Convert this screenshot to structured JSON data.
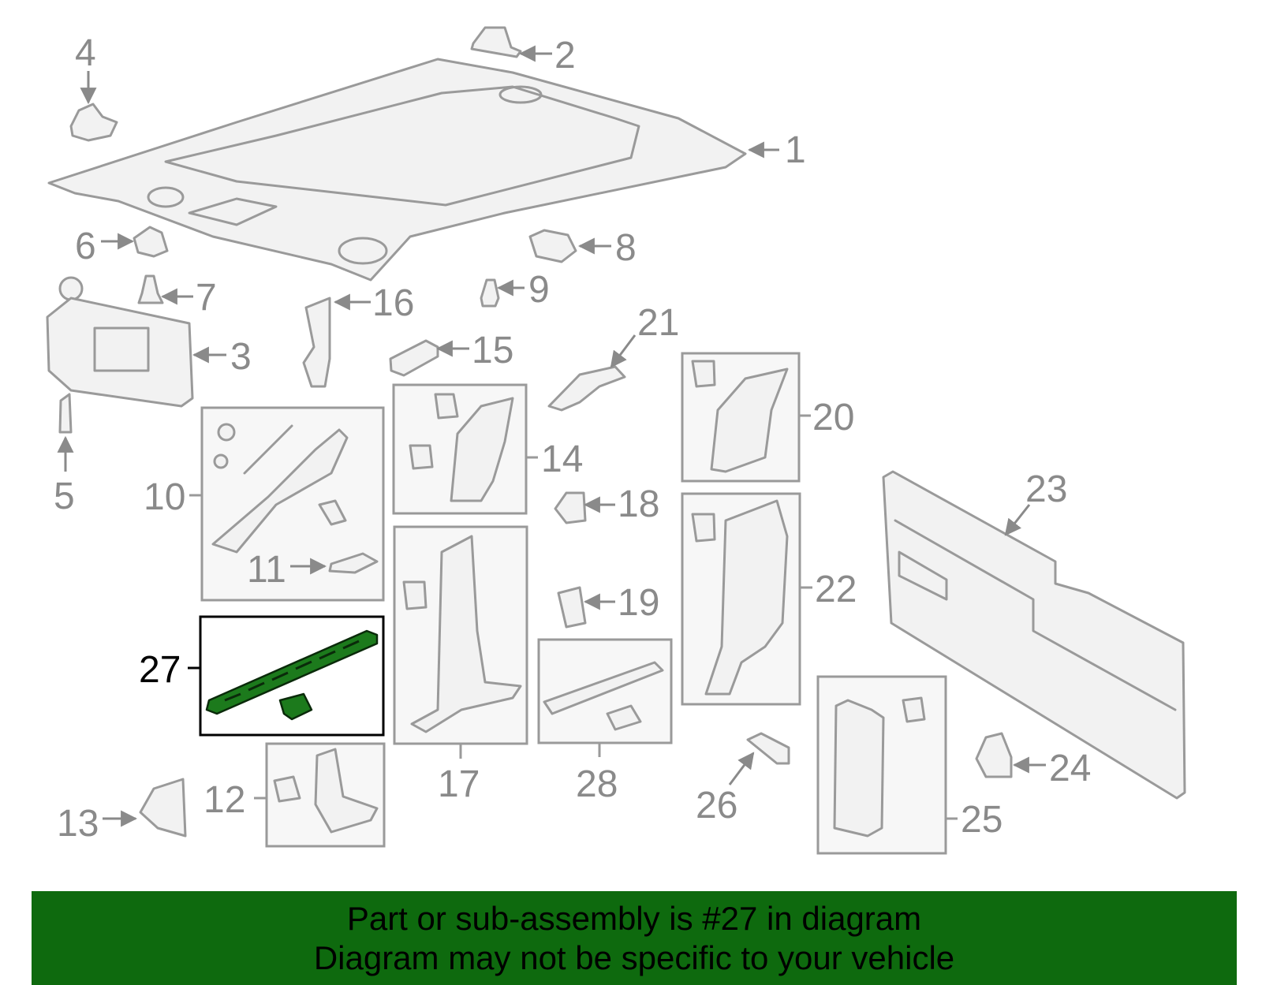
{
  "callouts": {
    "c1": "1",
    "c2": "2",
    "c3": "3",
    "c4": "4",
    "c5": "5",
    "c6": "6",
    "c7": "7",
    "c8": "8",
    "c9": "9",
    "c10": "10",
    "c11": "11",
    "c12": "12",
    "c13": "13",
    "c14": "14",
    "c15": "15",
    "c16": "16",
    "c17": "17",
    "c18": "18",
    "c19": "19",
    "c20": "20",
    "c21": "21",
    "c22": "22",
    "c23": "23",
    "c24": "24",
    "c25": "25",
    "c26": "26",
    "c27": "27",
    "c28": "28"
  },
  "highlighted_part": "27",
  "banner": {
    "line1": "Part or sub-assembly is #27 in diagram",
    "line2": "Diagram may not be specific to your vehicle",
    "background_color": "#0e6a0e"
  },
  "colors": {
    "highlight_fill": "#1c7a1c",
    "line_art": "#9a9a9a",
    "label_text": "#8a8a8a"
  }
}
